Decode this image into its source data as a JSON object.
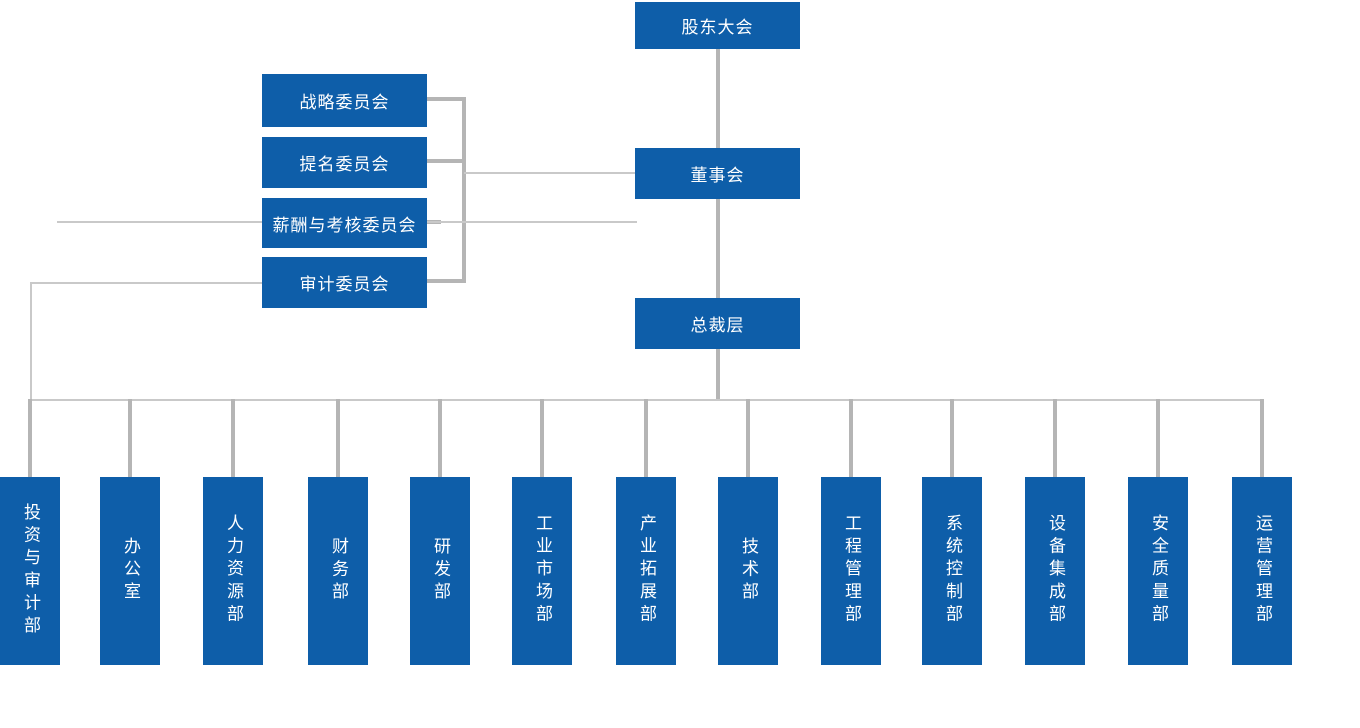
{
  "org_chart": {
    "root": "股东大会",
    "board": "董事会",
    "executive": "总裁层",
    "committees": [
      "战略委员会",
      "提名委员会",
      "薪酬与考核委员会",
      "审计委员会"
    ],
    "departments": [
      "投资与审计部",
      "办公室",
      "人力资源部",
      "财务部",
      "研发部",
      "工业市场部",
      "产业拓展部",
      "技术部",
      "工程管理部",
      "系统控制部",
      "设备集成部",
      "安全质量部",
      "运营管理部"
    ],
    "hierarchy": {
      "股东大会": [
        "董事会"
      ],
      "董事会": [
        "战略委员会",
        "提名委员会",
        "薪酬与考核委员会",
        "审计委员会",
        "总裁层"
      ],
      "总裁层": [
        "投资与审计部",
        "办公室",
        "人力资源部",
        "财务部",
        "研发部",
        "工业市场部",
        "产业拓展部",
        "技术部",
        "工程管理部",
        "系统控制部",
        "设备集成部",
        "安全质量部",
        "运营管理部"
      ]
    },
    "colors": {
      "node_fill": "#0E5EA9",
      "node_text": "#FFFFFF",
      "connector_thick": "#B5B5B5",
      "connector_thin": "#C9C9C9"
    }
  }
}
